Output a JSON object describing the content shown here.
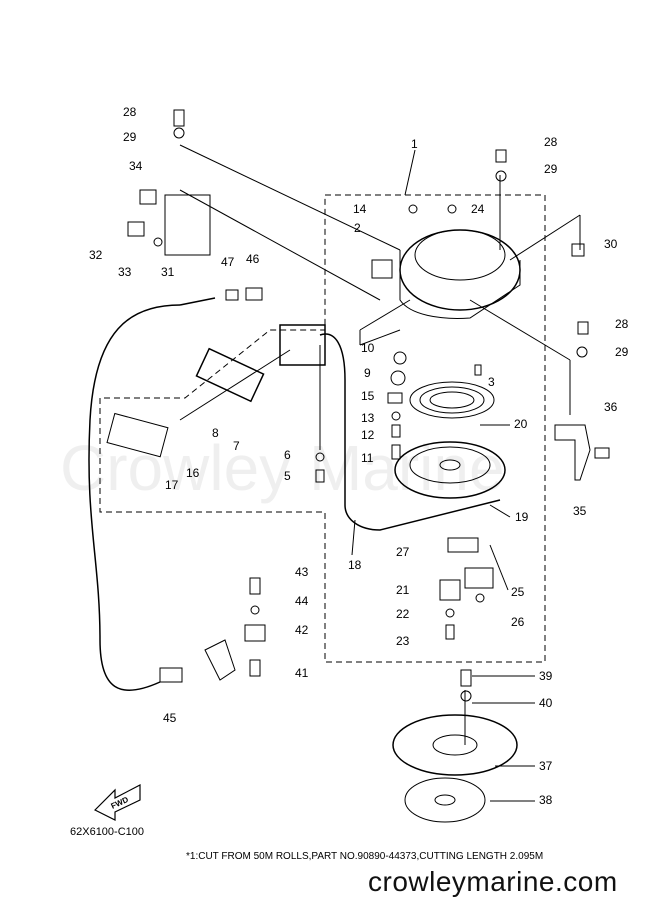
{
  "diagram": {
    "code": "62X6100-C100",
    "note": "*1:CUT FROM 50M ROLLS,PART NO.90890-44373,CUTTING LENGTH 2.095M",
    "website": "crowleymarine.com",
    "watermark": "Crowley Marine",
    "fwd_label": "FWD",
    "callouts": [
      "1",
      "2",
      "3",
      "5",
      "6",
      "7",
      "8",
      "9",
      "10",
      "11",
      "12",
      "13",
      "14",
      "15",
      "16",
      "17",
      "18",
      "19",
      "20",
      "21",
      "22",
      "23",
      "24",
      "25",
      "26",
      "27",
      "28",
      "29",
      "30",
      "31",
      "32",
      "33",
      "34",
      "35",
      "36",
      "37",
      "38",
      "39",
      "40",
      "41",
      "42",
      "43",
      "44",
      "45",
      "46",
      "47"
    ]
  }
}
